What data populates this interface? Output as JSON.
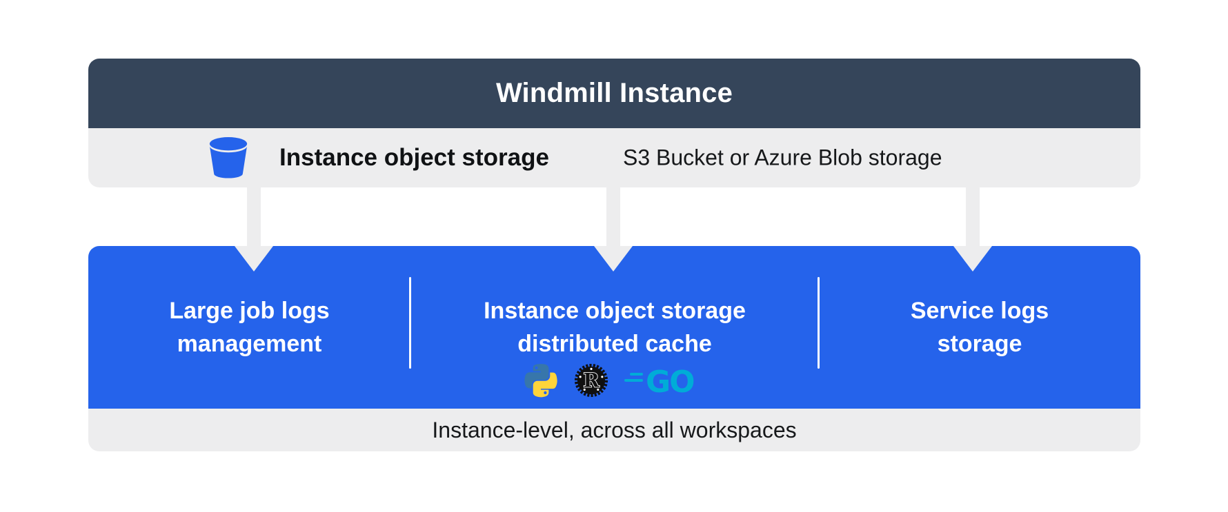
{
  "header": {
    "title": "Windmill Instance"
  },
  "storage_bar": {
    "icon": "bucket-icon",
    "title": "Instance object storage",
    "subtitle": "S3 Bucket or Azure Blob storage"
  },
  "sections": {
    "left": {
      "line1": "Large job logs",
      "line2": "management"
    },
    "middle": {
      "line1": "Instance object storage",
      "line2": "distributed cache",
      "languages": [
        "Python",
        "Rust",
        "Go"
      ]
    },
    "right": {
      "line1": "Service logs",
      "line2": "storage"
    }
  },
  "footer": {
    "label": "Instance-level, across all workspaces"
  },
  "colors": {
    "header_bg": "#35455A",
    "panel_gray": "#EDEDEE",
    "accent_blue": "#2563EB",
    "text_light": "#FFFFFF",
    "text_dark": "#111111",
    "python_blue": "#3776AB",
    "python_yellow": "#FFD43B",
    "rust_black": "#101010",
    "go_cyan": "#00ACD7"
  }
}
